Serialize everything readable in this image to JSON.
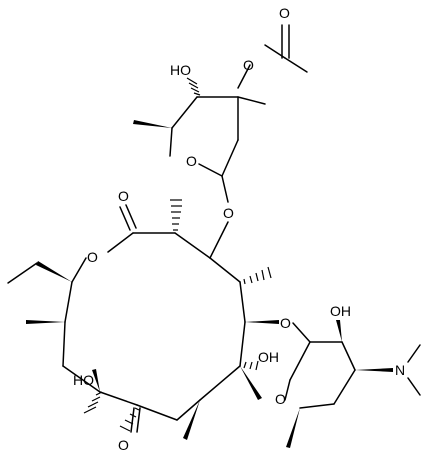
{
  "structure": {
    "atom_labels": {
      "ho_sugar_top": "HO",
      "o_ester_acetyl": "O",
      "o_acetyl_carbonyl": "O",
      "o_ring_cladinose": "O",
      "o_glycosidic_top": "O",
      "o_lactone_carbonyl": "O",
      "o_lactone_ring": "O",
      "o_glycosidic_right": "O",
      "oh_sugar_right": "OH",
      "oh_macrocycle_c6": "OH",
      "ho_macrocycle_c11": "HO",
      "o_ring_desosamine": "O",
      "n_dimethylamino": "N",
      "o_ketone": "O"
    }
  }
}
